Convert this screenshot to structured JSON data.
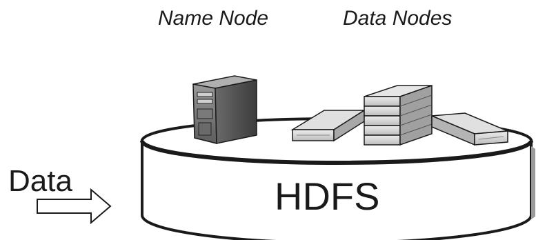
{
  "labels": {
    "name_node": "Name Node",
    "data_nodes": "Data Nodes",
    "input": "Data",
    "storage": "HDFS"
  },
  "icons": {
    "name_node": "server-tower-icon",
    "data_nodes": "rack-server-icon",
    "input_arrow": "right-arrow-icon"
  },
  "colors": {
    "outline": "#1a1a1a",
    "disk_top": "#ffffff",
    "server_dark": "#4a4a4a",
    "server_mid": "#8c8c8c",
    "server_light": "#d9d9d9"
  }
}
